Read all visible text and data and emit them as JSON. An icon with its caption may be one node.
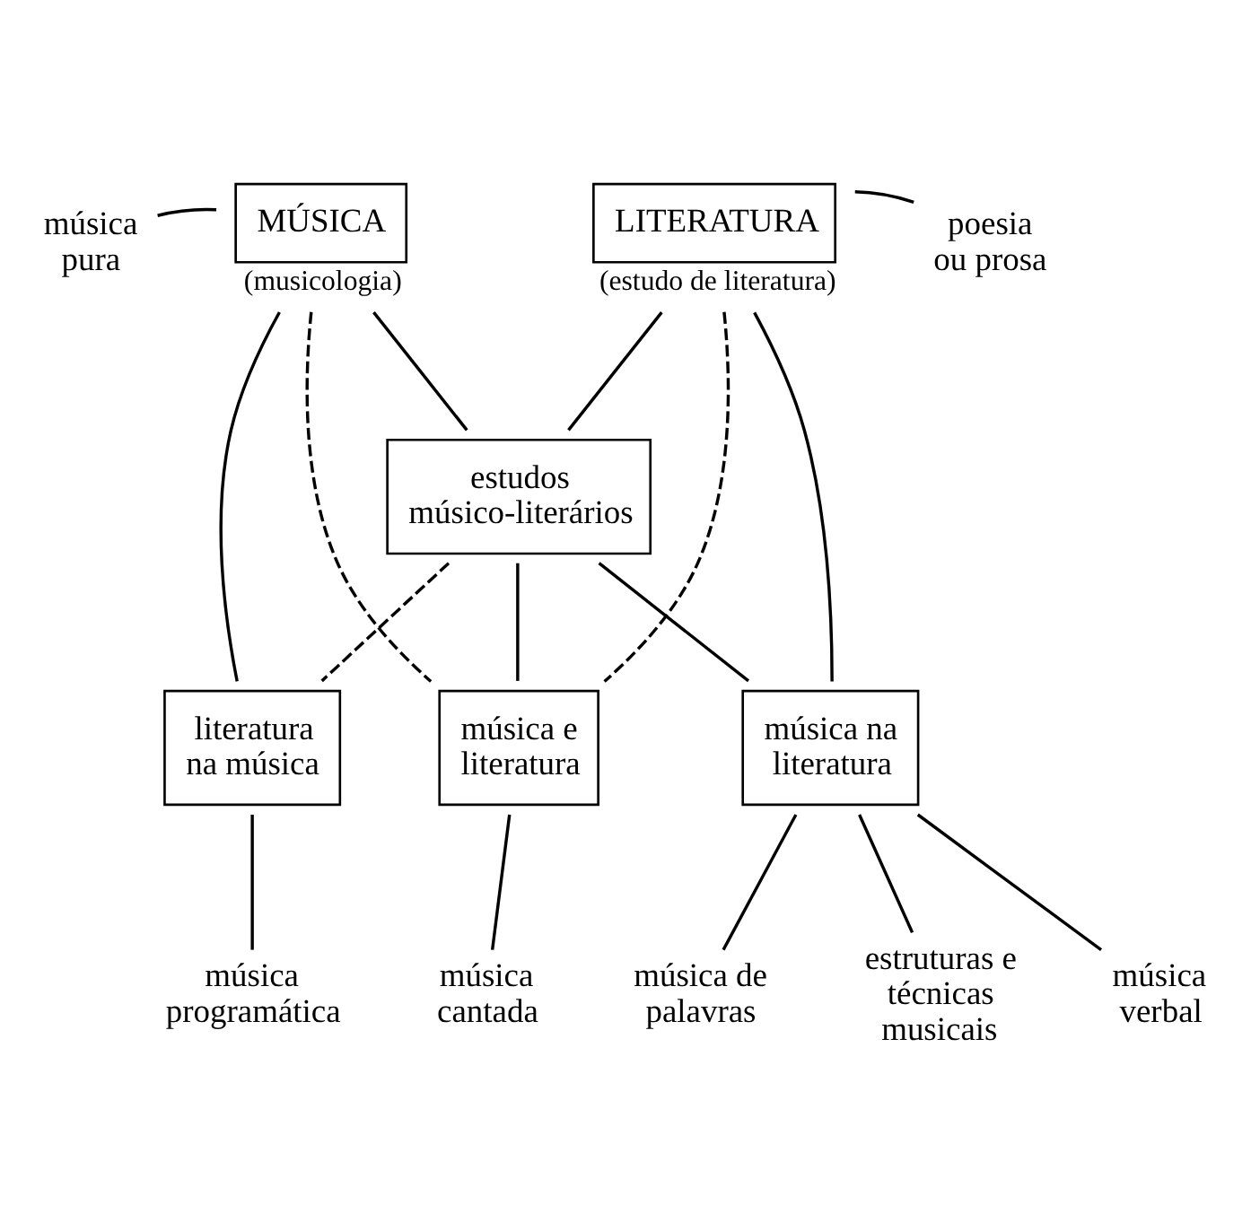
{
  "diagram": {
    "nodes": [
      {
        "text": [
          "MÚSICA"
        ],
        "beside": [
          "(musicologia)"
        ]
      },
      {
        "text": [
          "LITERATURA"
        ],
        "beside": [
          "(estudo de literatura)"
        ]
      },
      {
        "text": [
          "música pura"
        ]
      },
      {
        "text": [
          "poesia ou prosa"
        ]
      },
      {
        "text": [
          "estudos músico-literários"
        ]
      },
      {
        "text": [
          "literatura na música"
        ]
      },
      {
        "text": [
          "música e literatura"
        ]
      },
      {
        "text": [
          "música na literatura"
        ]
      },
      {
        "text": [
          "música programática"
        ]
      },
      {
        "text": [
          "música cantada"
        ]
      },
      {
        "text": [
          "música de palavras"
        ]
      },
      {
        "text": [
          "estruturas e técnicas musicais"
        ]
      },
      {
        "text": [
          "música verbal"
        ]
      }
    ],
    "edges": [
      {
        "from": 2,
        "to": 0,
        "arrow": "none"
      },
      {
        "from": 1,
        "to": 3,
        "arrow": "none"
      },
      {
        "from": 0,
        "to": 5,
        "arrow": "none"
      },
      {
        "from": 0,
        "to": 4,
        "arrow": "none"
      },
      {
        "from": 1,
        "to": 4,
        "arrow": "none"
      },
      {
        "from": 1,
        "to": 7,
        "arrow": "none"
      },
      {
        "from": 0,
        "to": 6,
        "arrow": "none",
        "style": "dashed"
      },
      {
        "from": 1,
        "to": 6,
        "arrow": "none",
        "style": "dashed"
      },
      {
        "from": 4,
        "to": 5,
        "arrow": "none",
        "style": "dashed"
      },
      {
        "from": 4,
        "to": 6,
        "arrow": "none"
      },
      {
        "from": 4,
        "to": 7,
        "arrow": "none"
      },
      {
        "from": 5,
        "to": 8,
        "arrow": "none"
      },
      {
        "from": 6,
        "to": 9,
        "arrow": "none"
      },
      {
        "from": 7,
        "to": 10,
        "arrow": "none"
      },
      {
        "from": 7,
        "to": 11,
        "arrow": "none"
      },
      {
        "from": 7,
        "to": 12,
        "arrow": "none"
      }
    ]
  }
}
